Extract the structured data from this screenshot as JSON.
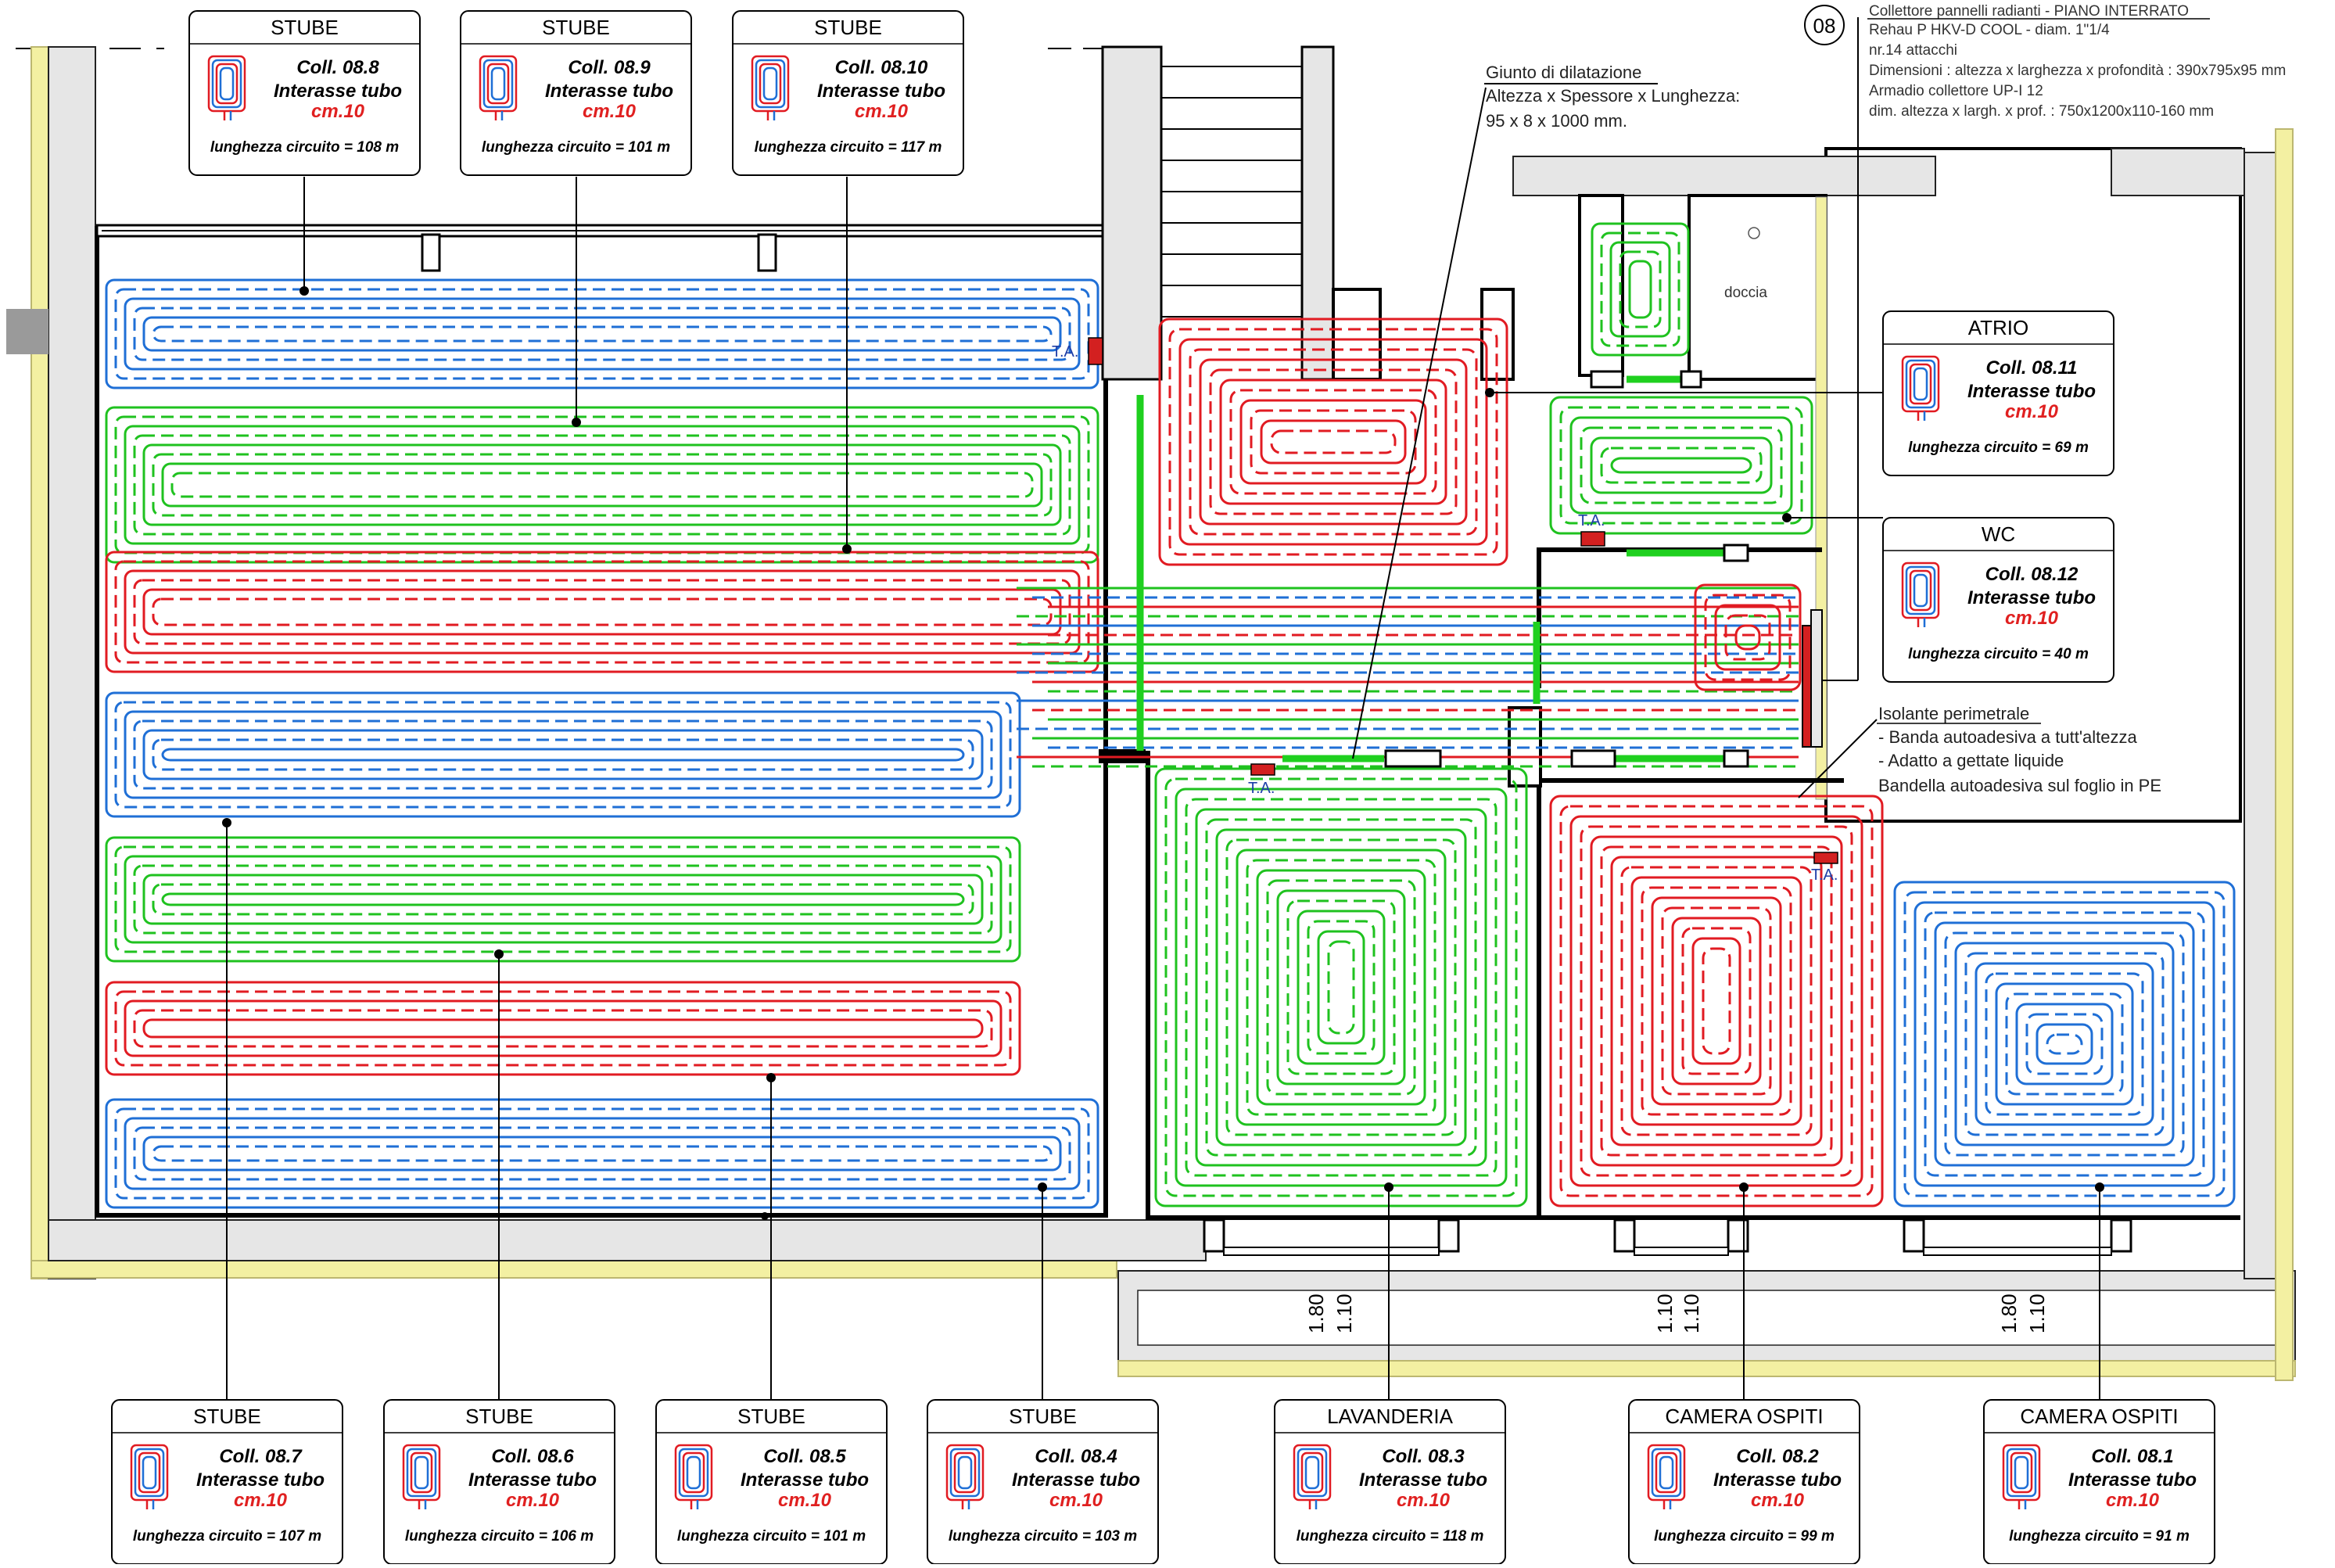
{
  "colors": {
    "red": "#e11b22",
    "green": "#1fc21f",
    "blue": "#1f6fd6",
    "insulation": "#f3f0a2",
    "wall": "#000000"
  },
  "circuits": [
    {
      "room": "STUBE",
      "coll": "Coll. 08.8",
      "interasse": "Interasse tubo",
      "cm": "cm.10",
      "length": "lunghezza circuito = 108 m"
    },
    {
      "room": "STUBE",
      "coll": "Coll. 08.9",
      "interasse": "Interasse tubo",
      "cm": "cm.10",
      "length": "lunghezza circuito = 101 m"
    },
    {
      "room": "STUBE",
      "coll": "Coll. 08.10",
      "interasse": "Interasse tubo",
      "cm": "cm.10",
      "length": "lunghezza circuito = 117 m"
    },
    {
      "room": "ATRIO",
      "coll": "Coll. 08.11",
      "interasse": "Interasse tubo",
      "cm": "cm.10",
      "length": "lunghezza circuito = 69 m"
    },
    {
      "room": "WC",
      "coll": "Coll. 08.12",
      "interasse": "Interasse tubo",
      "cm": "cm.10",
      "length": "lunghezza circuito = 40 m"
    },
    {
      "room": "STUBE",
      "coll": "Coll. 08.7",
      "interasse": "Interasse tubo",
      "cm": "cm.10",
      "length": "lunghezza circuito = 107 m"
    },
    {
      "room": "STUBE",
      "coll": "Coll. 08.6",
      "interasse": "Interasse tubo",
      "cm": "cm.10",
      "length": "lunghezza circuito = 106 m"
    },
    {
      "room": "STUBE",
      "coll": "Coll. 08.5",
      "interasse": "Interasse tubo",
      "cm": "cm.10",
      "length": "lunghezza circuito = 101 m"
    },
    {
      "room": "STUBE",
      "coll": "Coll. 08.4",
      "interasse": "Interasse tubo",
      "cm": "cm.10",
      "length": "lunghezza circuito = 103 m"
    },
    {
      "room": "LAVANDERIA",
      "coll": "Coll. 08.3",
      "interasse": "Interasse tubo",
      "cm": "cm.10",
      "length": "lunghezza circuito = 118 m"
    },
    {
      "room": "CAMERA OSPITI",
      "coll": "Coll. 08.2",
      "interasse": "Interasse tubo",
      "cm": "cm.10",
      "length": "lunghezza circuito = 99 m"
    },
    {
      "room": "CAMERA OSPITI",
      "coll": "Coll. 08.1",
      "interasse": "Interasse tubo",
      "cm": "cm.10",
      "length": "lunghezza circuito = 91 m"
    }
  ],
  "collector_note": {
    "number": "08",
    "line1": "Collettore pannelli radianti - PIANO INTERRATO",
    "line2": "Rehau P HKV-D COOL - diam. 1\"1/4",
    "line3": "nr.14 attacchi",
    "line4": "Dimensioni : altezza x larghezza x profondità : 390x795x95 mm",
    "line5": "Armadio collettore UP-I 12",
    "line6": "dim. altezza x largh. x prof. : 750x1200x110-160 mm"
  },
  "joint_note": {
    "title": "Giunto di dilatazione",
    "line1": "Altezza x Spessore x Lunghezza:",
    "line2": "95 x 8 x 1000 mm."
  },
  "insulation_note": {
    "title": "Isolante perimetrale",
    "line1": "- Banda autoadesiva a tutt'altezza",
    "line2": "- Adatto a gettate liquide",
    "line3": "Bandella autoadesiva sul foglio in PE"
  },
  "shower_label": "doccia",
  "ta_label": "T.A.",
  "dims": [
    "1.80",
    "1.10",
    "1.10",
    "1.10",
    "1.80",
    "1.10"
  ]
}
